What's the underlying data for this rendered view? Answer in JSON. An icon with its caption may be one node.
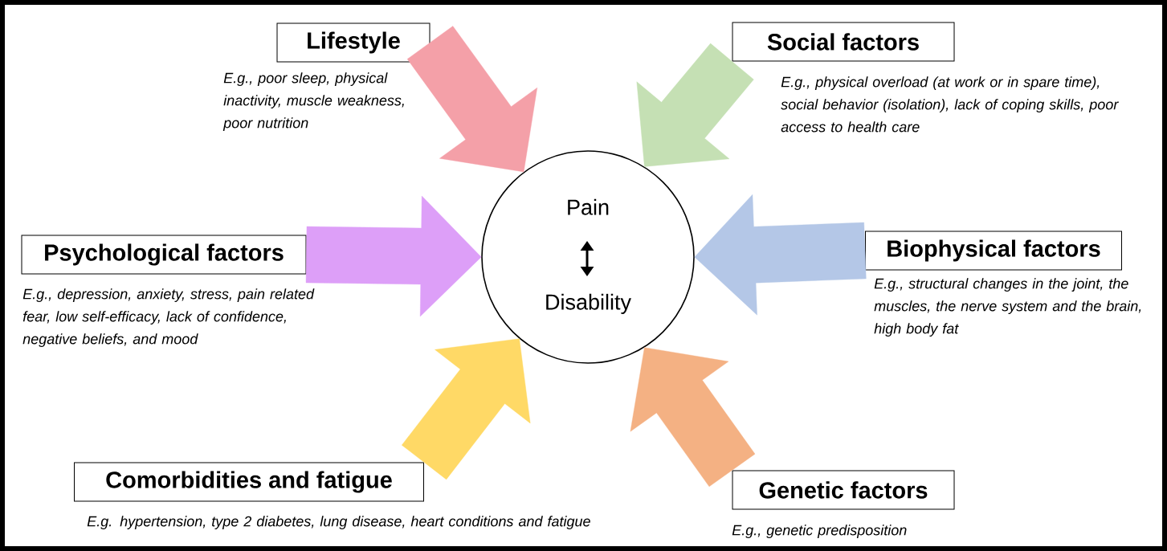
{
  "diagram": {
    "nodes": [
      {
        "text": [
          "Lifestyle"
        ],
        "beside": [
          "E.g., poor sleep, physical inactivity, muscle weakness, poor nutrition"
        ]
      },
      {
        "text": [
          "Social factors"
        ],
        "beside": [
          "E.g., physical overload (at work or in spare time), social behavior (isolation), lack of coping skills, poor access to health care"
        ]
      },
      {
        "text": [
          "Pain",
          "Disability"
        ]
      },
      {
        "text": [
          "Psychological factors"
        ],
        "beside": [
          "E.g., depression, anxiety, stress, pain related fear, low self-efficacy, lack of confidence, negative beliefs, and mood"
        ]
      },
      {
        "text": [
          "Biophysical factors"
        ],
        "beside": [
          "E.g., structural changes in the joint, the muscles, the nerve system and the brain, high body fat"
        ]
      },
      {
        "text": [
          "Comorbidities and fatigue"
        ],
        "beside": [
          "E.g. hypertension, type 2 diabetes, lung disease, heart conditions and fatigue"
        ]
      },
      {
        "text": [
          "Genetic factors"
        ],
        "beside": [
          "E.g., genetic predisposition"
        ]
      }
    ],
    "edges": [
      {
        "from": 0,
        "to": 2,
        "arrow": "to",
        "color": "#f4a0a8"
      },
      {
        "from": 1,
        "to": 2,
        "arrow": "to",
        "color": "#c5e0b4"
      },
      {
        "from": 3,
        "to": 2,
        "arrow": "to",
        "color": "#dd9ff8"
      },
      {
        "from": 4,
        "to": 2,
        "arrow": "to",
        "color": "#b4c7e7"
      },
      {
        "from": 5,
        "to": 2,
        "arrow": "to",
        "color": "#ffd966"
      },
      {
        "from": 6,
        "to": 2,
        "arrow": "to",
        "color": "#f4b183"
      }
    ]
  }
}
